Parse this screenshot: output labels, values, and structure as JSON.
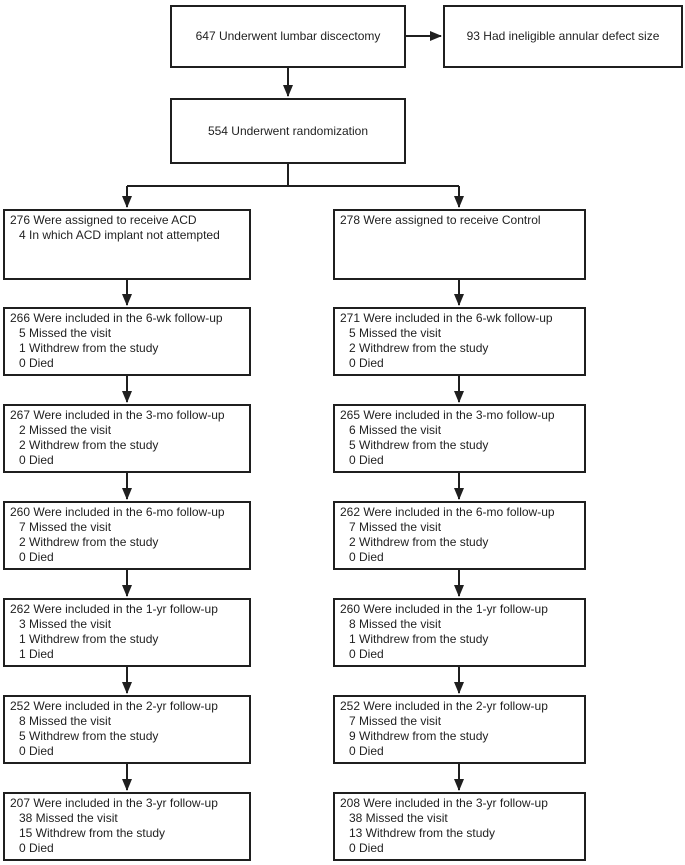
{
  "colors": {
    "background": "#ffffff",
    "border": "#1f1f1f",
    "connector": "#1f1f1f",
    "text": "#1f1f1f"
  },
  "flow": {
    "enrollment": {
      "text": "647 Underwent lumbar discectomy"
    },
    "excluded": {
      "text": "93 Had ineligible annular defect size"
    },
    "randomization": {
      "text": "554 Underwent randomization"
    },
    "acd_arm": {
      "assignment": {
        "assigned": "276 Were assigned to receive ACD",
        "note": "4 In which ACD implant not attempted"
      },
      "followups": [
        {
          "included": "266 Were included in the 6-wk follow-up",
          "missed": "5 Missed the visit",
          "withdrew": "1 Withdrew from the study",
          "died": "0 Died"
        },
        {
          "included": "267 Were included in the 3-mo follow-up",
          "missed": "2 Missed the visit",
          "withdrew": "2 Withdrew from the study",
          "died": "0 Died"
        },
        {
          "included": "260 Were included in the 6-mo follow-up",
          "missed": "7 Missed the visit",
          "withdrew": "2 Withdrew from the study",
          "died": "0 Died"
        },
        {
          "included": "262 Were included in the 1-yr follow-up",
          "missed": "3 Missed the visit",
          "withdrew": "1 Withdrew from the study",
          "died": "1 Died"
        },
        {
          "included": "252 Were included in the 2-yr follow-up",
          "missed": "8 Missed the visit",
          "withdrew": "5 Withdrew from the study",
          "died": "0 Died"
        },
        {
          "included": "207 Were included in the 3-yr follow-up",
          "missed": "38 Missed the visit",
          "withdrew": "15 Withdrew from the study",
          "died": "0 Died"
        }
      ]
    },
    "control_arm": {
      "assignment": {
        "assigned": "278 Were assigned to receive Control"
      },
      "followups": [
        {
          "included": "271 Were included in the 6-wk follow-up",
          "missed": "5 Missed the visit",
          "withdrew": "2 Withdrew from the study",
          "died": "0 Died"
        },
        {
          "included": "265 Were included in the 3-mo follow-up",
          "missed": "6 Missed the visit",
          "withdrew": "5 Withdrew from the study",
          "died": "0 Died"
        },
        {
          "included": "262 Were included in the 6-mo follow-up",
          "missed": "7 Missed the visit",
          "withdrew": "2 Withdrew from the study",
          "died": "0 Died"
        },
        {
          "included": "260 Were included in the 1-yr follow-up",
          "missed": "8 Missed the visit",
          "withdrew": "1 Withdrew from the study",
          "died": "0 Died"
        },
        {
          "included": "252 Were included in the 2-yr follow-up",
          "missed": "7 Missed the visit",
          "withdrew": "9 Withdrew from the study",
          "died": "0 Died"
        },
        {
          "included": "208 Were included in the 3-yr follow-up",
          "missed": "38 Missed the visit",
          "withdrew": "13 Withdrew from the study",
          "died": "0 Died"
        }
      ]
    }
  }
}
